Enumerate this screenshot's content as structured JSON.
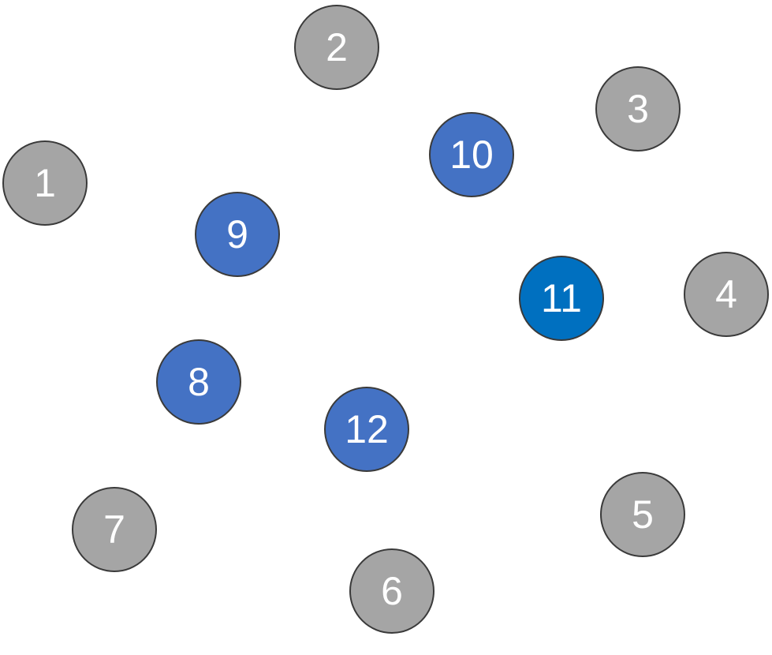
{
  "colors": {
    "gray": "#a5a5a5",
    "blue": "#4472c4",
    "blue_dark": "#0070c0",
    "outline": "#3a3a3a",
    "label": "#ffffff"
  },
  "nodes": [
    {
      "label": "1",
      "color": "gray"
    },
    {
      "label": "2",
      "color": "gray"
    },
    {
      "label": "3",
      "color": "gray"
    },
    {
      "label": "4",
      "color": "gray"
    },
    {
      "label": "5",
      "color": "gray"
    },
    {
      "label": "6",
      "color": "gray"
    },
    {
      "label": "7",
      "color": "gray"
    },
    {
      "label": "8",
      "color": "blue"
    },
    {
      "label": "9",
      "color": "blue"
    },
    {
      "label": "10",
      "color": "blue"
    },
    {
      "label": "11",
      "color": "blue_dark"
    },
    {
      "label": "12",
      "color": "blue"
    }
  ]
}
